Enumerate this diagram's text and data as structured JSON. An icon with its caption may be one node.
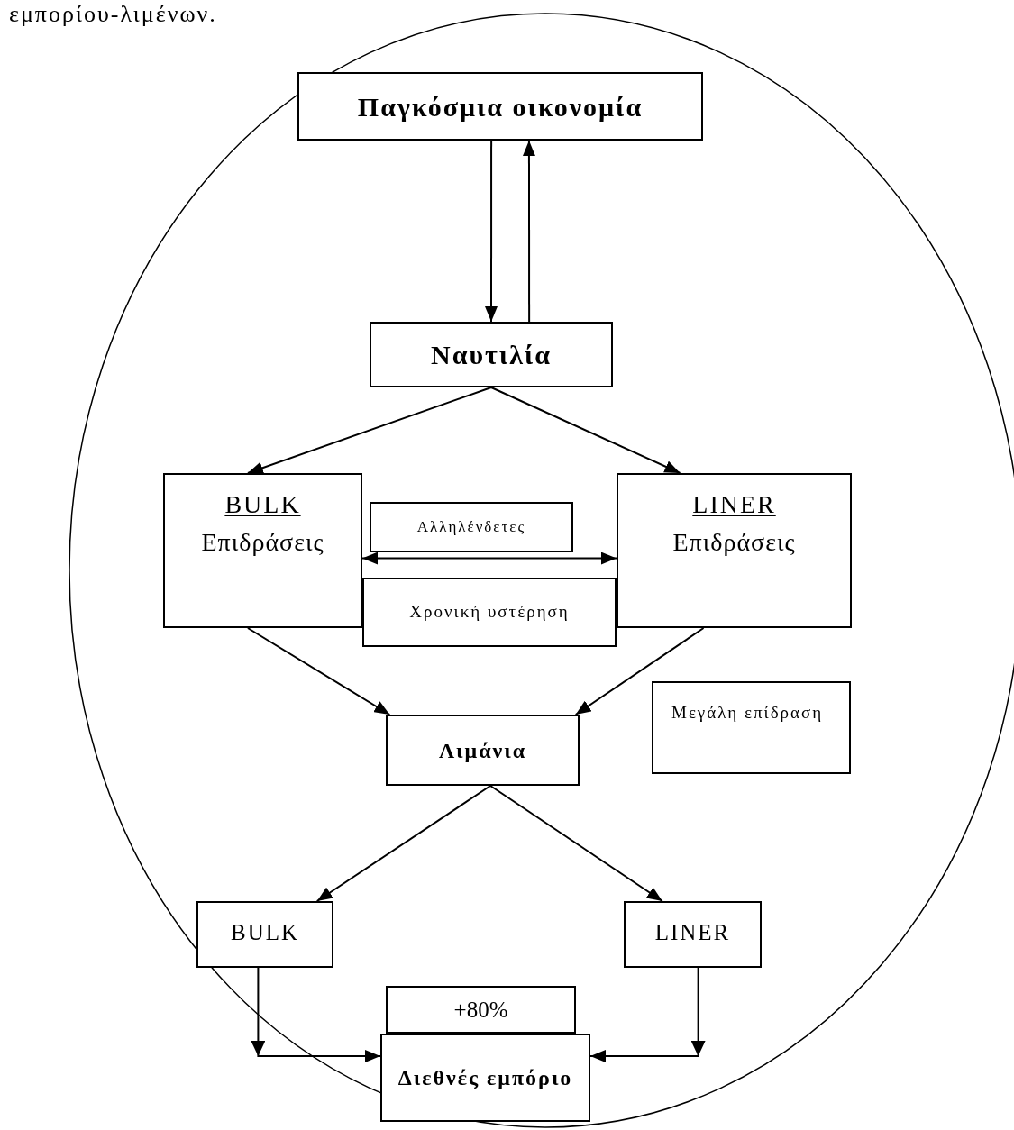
{
  "diagram": {
    "nodes": [
      {
        "text": [
          "Παγκόσμια οικονομία"
        ]
      },
      {
        "text": [
          "Ναυτιλία"
        ]
      },
      {
        "text": [
          "BULK",
          "Επιδράσεις"
        ]
      },
      {
        "text": [
          "LINER",
          "Επιδράσεις"
        ]
      },
      {
        "text": [
          "Αλληλένδετες"
        ]
      },
      {
        "text": [
          "Χρονική υστέρηση"
        ]
      },
      {
        "text": [
          "Μεγάλη επίδραση"
        ]
      },
      {
        "text": [
          "Λιμάνια"
        ]
      },
      {
        "text": [
          "BULK"
        ]
      },
      {
        "text": [
          "LINER"
        ]
      },
      {
        "text": [
          "+80%"
        ]
      },
      {
        "text": [
          "Διεθνές εμπόριο"
        ]
      }
    ],
    "edges": [
      {
        "from": 0,
        "to": 1,
        "arrow": "to"
      },
      {
        "from": 1,
        "to": 0,
        "arrow": "to"
      },
      {
        "from": 1,
        "to": 2,
        "arrow": "to"
      },
      {
        "from": 1,
        "to": 3,
        "arrow": "to"
      },
      {
        "from": 2,
        "to": 3,
        "arrow": "both"
      },
      {
        "from": 2,
        "to": 7,
        "arrow": "to"
      },
      {
        "from": 3,
        "to": 7,
        "arrow": "to"
      },
      {
        "from": 7,
        "to": 8,
        "arrow": "to"
      },
      {
        "from": 7,
        "to": 9,
        "arrow": "to"
      },
      {
        "from": 8,
        "to": 11,
        "arrow": "to"
      },
      {
        "from": 9,
        "to": 11,
        "arrow": "to"
      }
    ],
    "labels": [
      "εμπορίου-λιμένων."
    ]
  }
}
